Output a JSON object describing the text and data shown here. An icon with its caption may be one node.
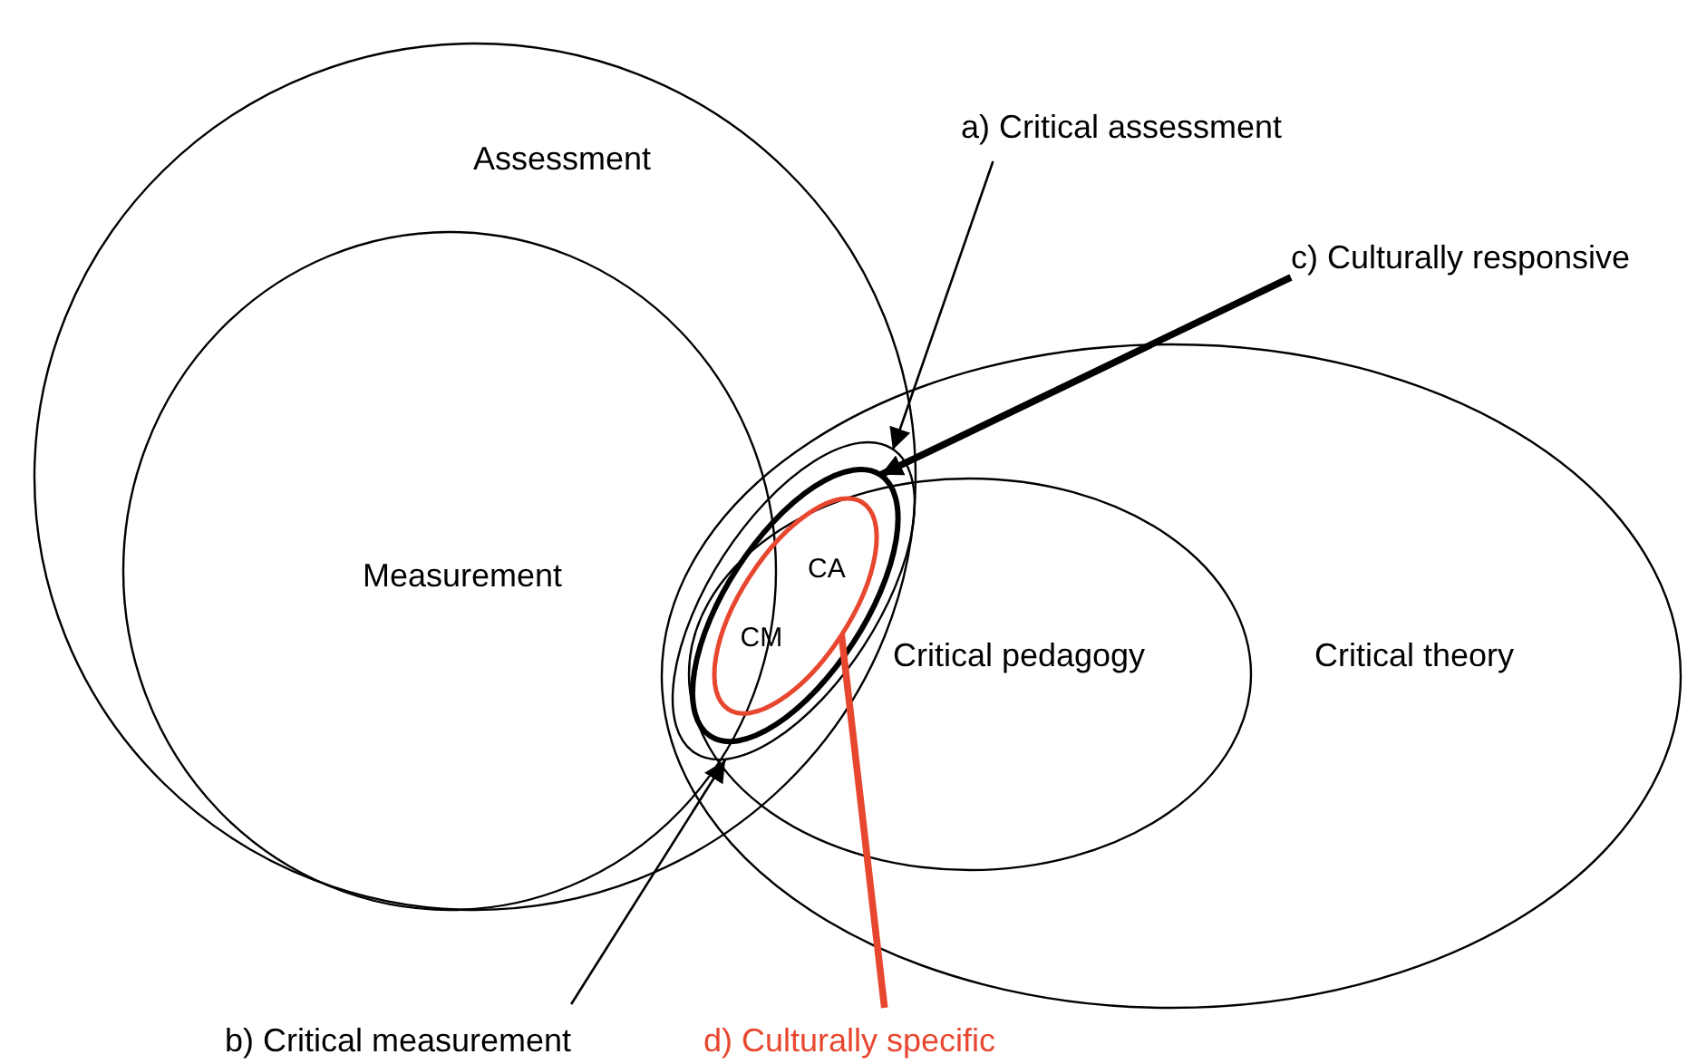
{
  "diagram": {
    "nodes": [
      {
        "text": [
          "Assessment"
        ]
      },
      {
        "text": [
          "Measurement"
        ],
        "in": 0
      },
      {
        "text": [
          "Critical theory"
        ]
      },
      {
        "text": [
          "Critical pedagogy"
        ],
        "in": 2
      },
      {
        "text": [],
        "shape": "ellipse"
      },
      {
        "text": [],
        "shape": "ellipse",
        "in": 4
      },
      {
        "text": [
          "CA",
          "CM"
        ],
        "in": 5
      },
      {
        "text": [
          "a) Critical assessment"
        ]
      },
      {
        "text": [
          "c) Culturally responsive"
        ]
      },
      {
        "text": [
          "b) Critical measurement"
        ]
      },
      {
        "text": [
          "d) Culturally specific"
        ]
      }
    ],
    "edges": [
      {
        "from": 7,
        "to": 4,
        "arrow": "to"
      },
      {
        "from": 8,
        "to": 5,
        "arrow": "to",
        "style": "thick"
      },
      {
        "from": 9,
        "to": 4,
        "arrow": "to"
      },
      {
        "from": 10,
        "to": 6,
        "arrow": "none",
        "style": "thick",
        "color": "#e8472f"
      }
    ]
  }
}
